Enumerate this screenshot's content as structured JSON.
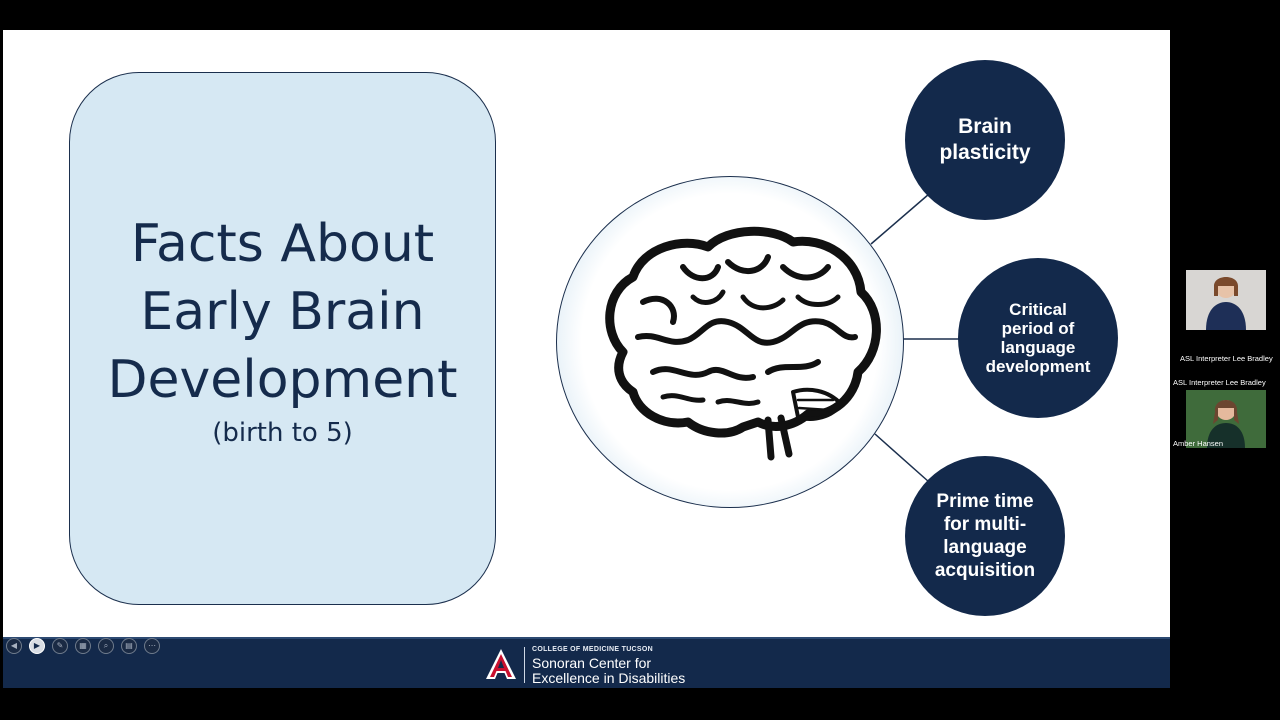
{
  "slide": {
    "title": "Facts About Early Brain Development",
    "subtitle": "(birth to 5)",
    "bubbles": [
      "Brain plasticity",
      "Critical period of language development",
      "Prime time for multi-language acquisition"
    ]
  },
  "footer": {
    "org_small": "COLLEGE OF MEDICINE TUCSON",
    "org_line1": "Sonoran Center for",
    "org_line2": "Excellence in Disabilities"
  },
  "participants": [
    {
      "label": "ASL Interpreter Lee Bradley"
    },
    {
      "label": "ASL Interpreter Lee Bradley"
    },
    {
      "label": "Amber Hansen"
    }
  ],
  "controls": [
    {
      "icon": "previous-icon"
    },
    {
      "icon": "next-icon"
    },
    {
      "icon": "pen-icon"
    },
    {
      "icon": "slides-icon"
    },
    {
      "icon": "zoom-icon"
    },
    {
      "icon": "subtitles-icon"
    },
    {
      "icon": "more-icon"
    }
  ],
  "colors": {
    "navy": "#13294b",
    "light_blue": "#d6e8f3",
    "background": "#000000"
  }
}
